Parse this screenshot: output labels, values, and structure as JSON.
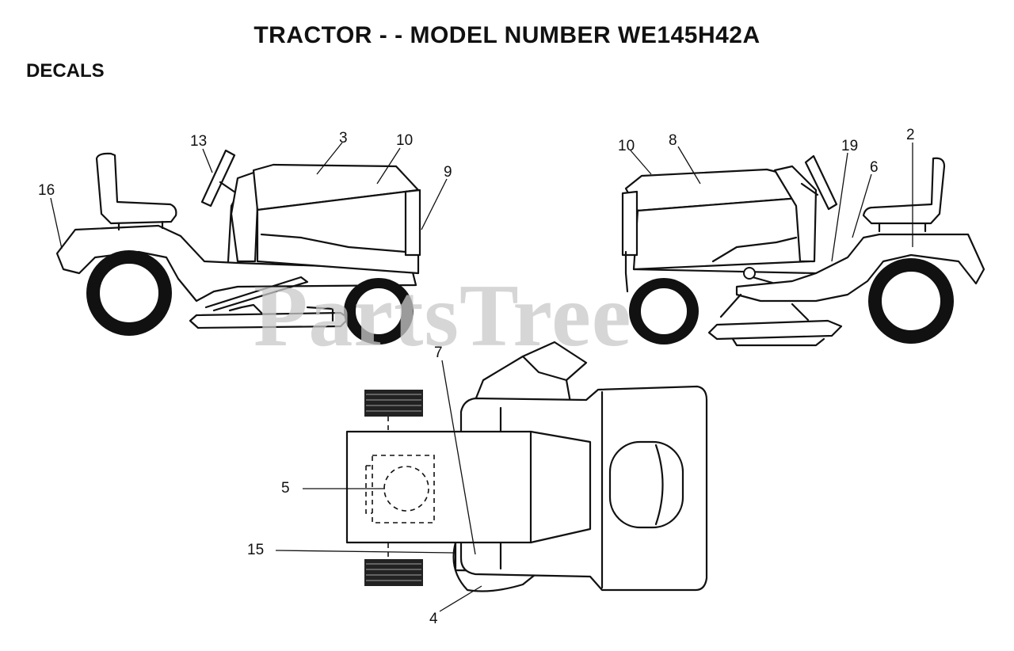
{
  "header": {
    "title": "TRACTOR - - MODEL NUMBER WE145H42A",
    "section": "DECALS"
  },
  "watermark": "PartsTree",
  "callouts": [
    "16",
    "13",
    "3",
    "10",
    "9",
    "10",
    "8",
    "19",
    "2",
    "6",
    "7",
    "5",
    "15",
    "4"
  ]
}
